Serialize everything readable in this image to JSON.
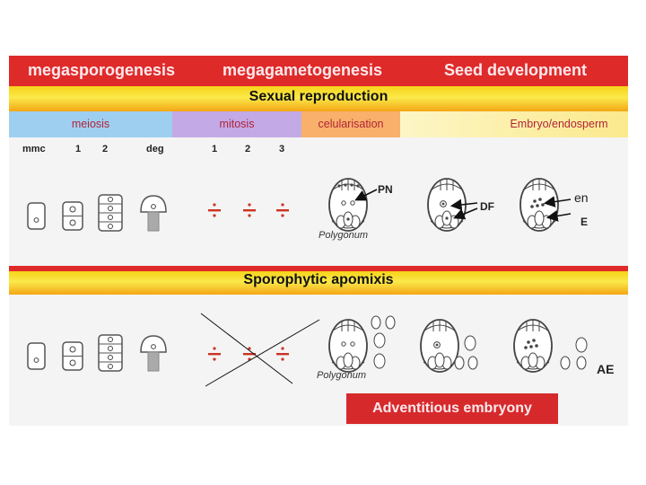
{
  "header": {
    "col1": "megasporogenesis",
    "col2": "megagametogenesis",
    "col3": "Seed development"
  },
  "sexual": {
    "title": "Sexual reproduction",
    "stages": [
      "meiosis",
      "mitosis",
      "celularisation",
      "Embryo/endosperm"
    ],
    "ticks": [
      "mmc",
      "1",
      "2",
      "deg",
      "1",
      "2",
      "3"
    ],
    "labels": {
      "pn": "PN",
      "df": "DF",
      "en": "en",
      "e": "E",
      "polygonum": "Polygonum"
    }
  },
  "apomixis": {
    "title": "Sporophytic apomixis",
    "labels": {
      "polygonum": "Polygonum",
      "ae": "AE"
    },
    "banner": "Adventitious embryony"
  },
  "colors": {
    "red": "#df2a2a",
    "yellow": "#f6d31a",
    "meiosis": "#9fcff0",
    "mitosis": "#c3a9e6",
    "celularisation": "#f9b06a",
    "embryo": "#fbf1a3",
    "division_sign": "#cc3322"
  }
}
